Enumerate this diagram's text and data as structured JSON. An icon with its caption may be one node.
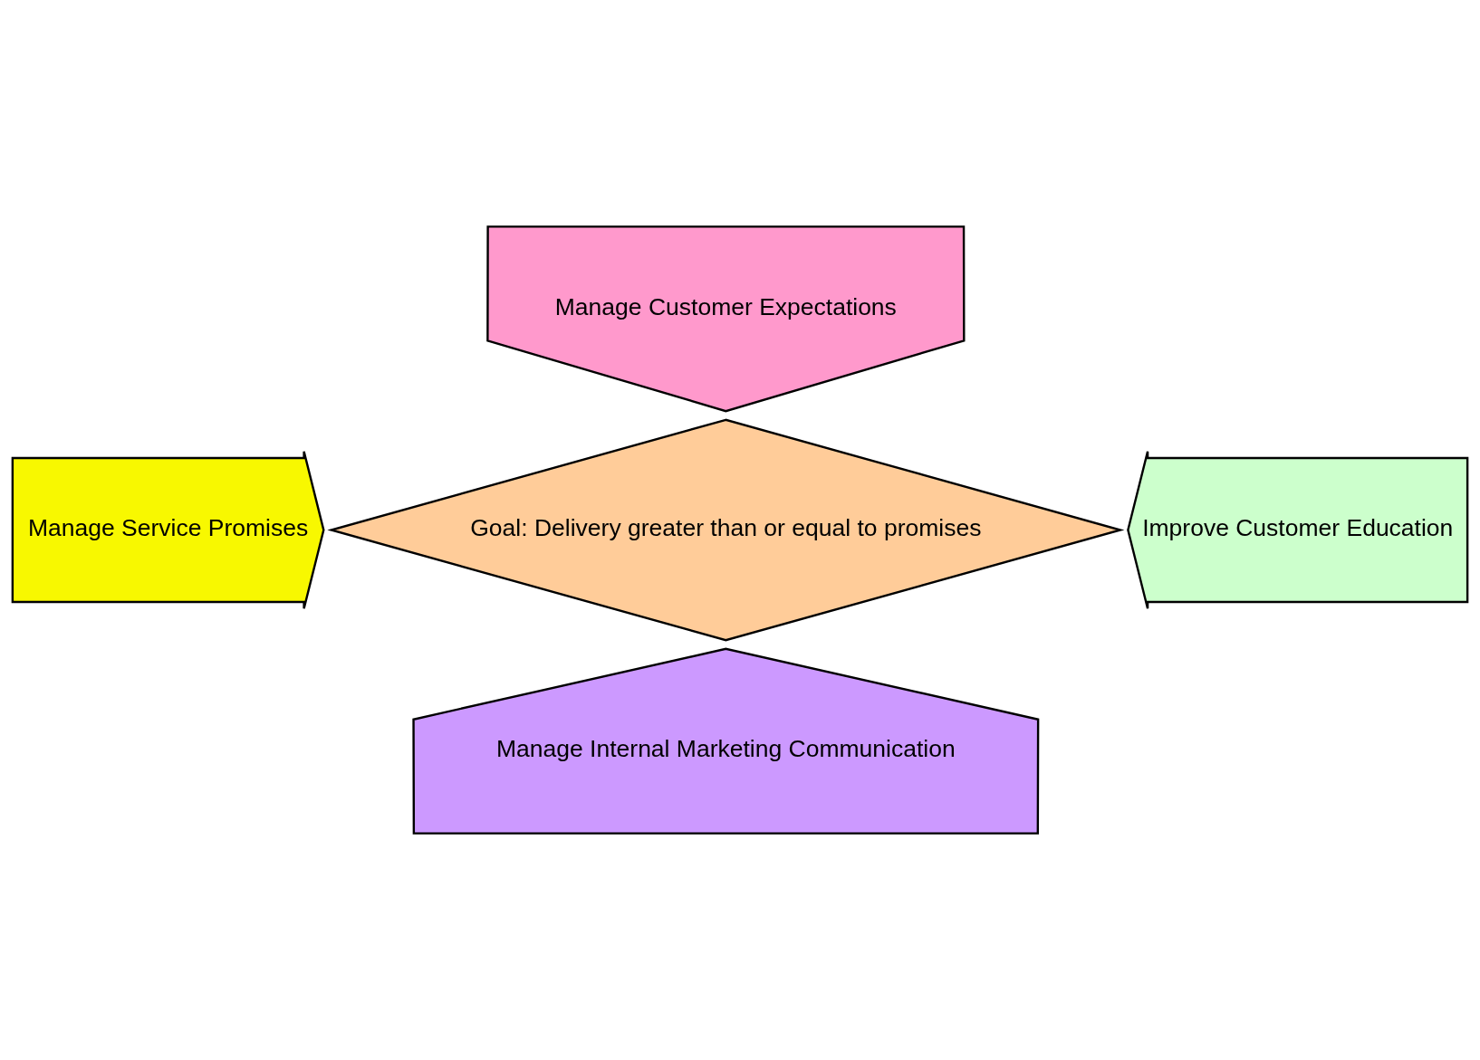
{
  "diagram": {
    "nodes": [
      {
        "text": [
          "Manage Customer Expectations"
        ]
      },
      {
        "text": [
          "Manage Service Promises"
        ]
      },
      {
        "text": [
          "Goal: Delivery greater than or equal to promises"
        ]
      },
      {
        "text": [
          "Improve Customer Education"
        ]
      },
      {
        "text": [
          "Manage Internal Marketing Communication"
        ]
      }
    ],
    "edges": []
  }
}
